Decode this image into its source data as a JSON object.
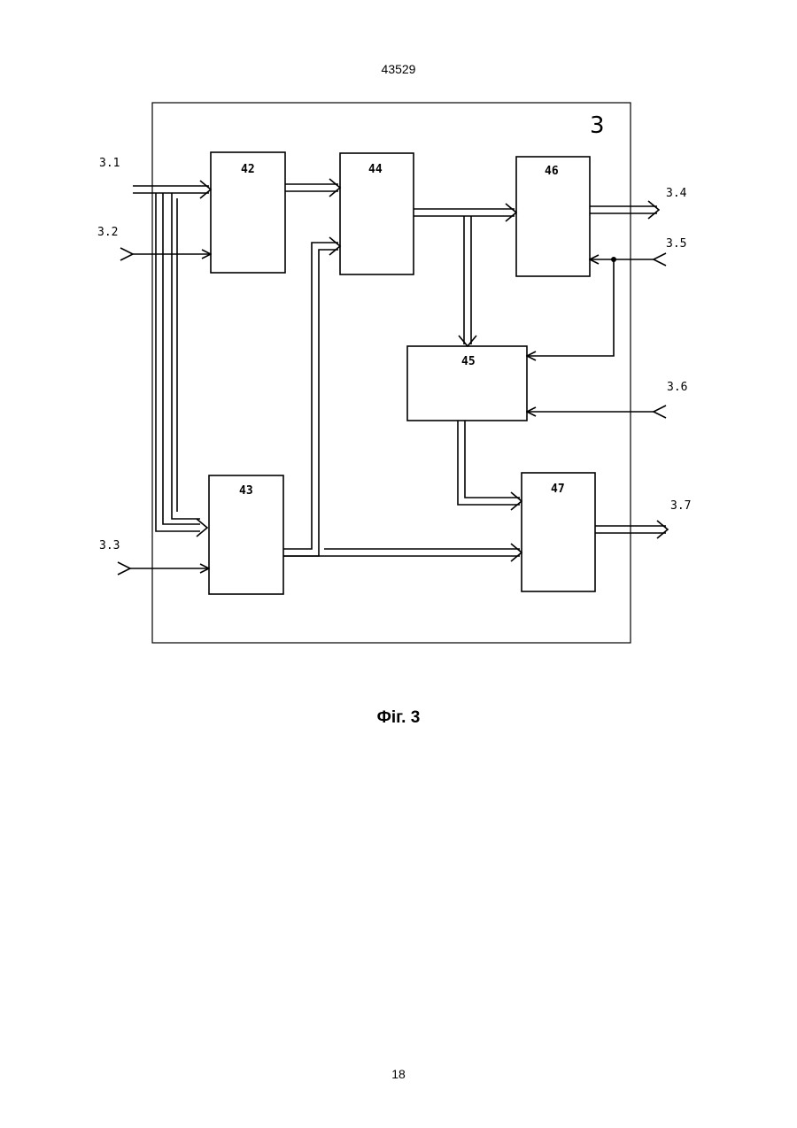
{
  "header": {
    "doc_number": "43529"
  },
  "diagram": {
    "figure_id": "3",
    "blocks": [
      "42",
      "43",
      "44",
      "45",
      "46",
      "47"
    ],
    "ports": [
      "3.1",
      "3.2",
      "3.3",
      "3.4",
      "3.5",
      "3.6",
      "3.7"
    ]
  },
  "caption": "Фіг. 3",
  "footer": {
    "page_number": "18"
  }
}
